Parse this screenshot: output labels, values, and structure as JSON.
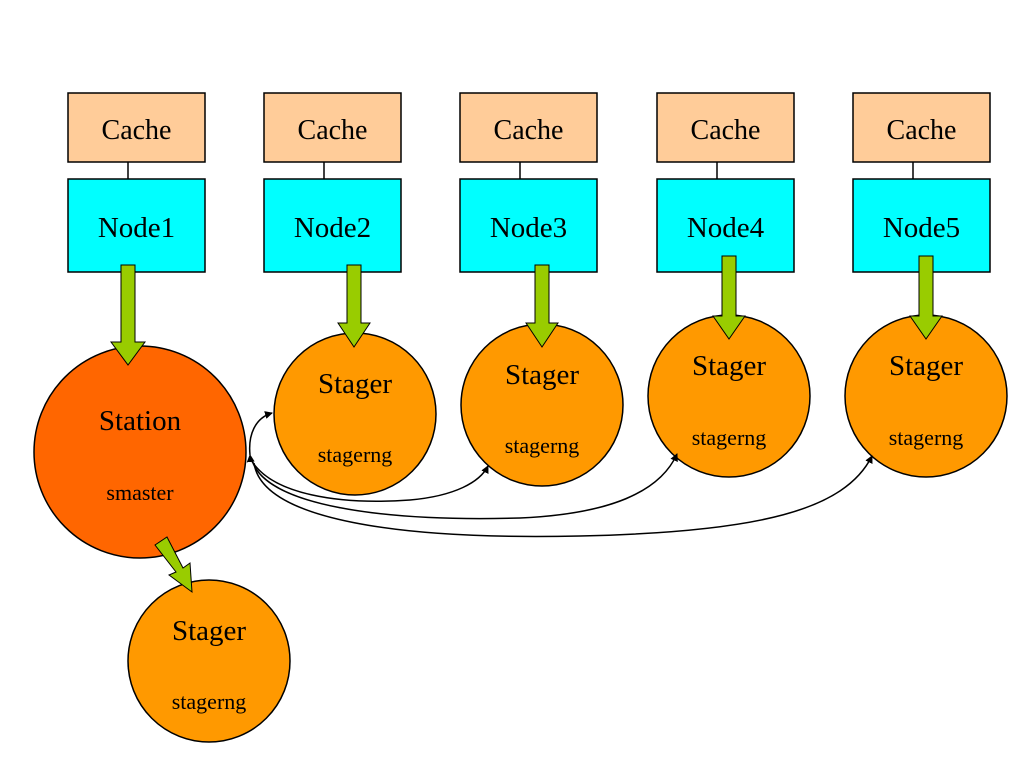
{
  "colors": {
    "cache_fill": "#FFCC99",
    "node_fill": "#00FFFF",
    "station_fill": "#FF6600",
    "stager_fill": "#FF9900",
    "arrow_fill": "#99CC00",
    "stroke": "#000000"
  },
  "caches": [
    {
      "label": "Cache"
    },
    {
      "label": "Cache"
    },
    {
      "label": "Cache"
    },
    {
      "label": "Cache"
    },
    {
      "label": "Cache"
    }
  ],
  "nodes": [
    {
      "label": "Node1"
    },
    {
      "label": "Node2"
    },
    {
      "label": "Node3"
    },
    {
      "label": "Node4"
    },
    {
      "label": "Node5"
    }
  ],
  "station": {
    "title": "Station",
    "subtitle": "smaster"
  },
  "stagers": [
    {
      "title": "Stager",
      "subtitle": "stagerng"
    },
    {
      "title": "Stager",
      "subtitle": "stagerng"
    },
    {
      "title": "Stager",
      "subtitle": "stagerng"
    },
    {
      "title": "Stager",
      "subtitle": "stagerng"
    },
    {
      "title": "Stager",
      "subtitle": "stagerng"
    }
  ]
}
